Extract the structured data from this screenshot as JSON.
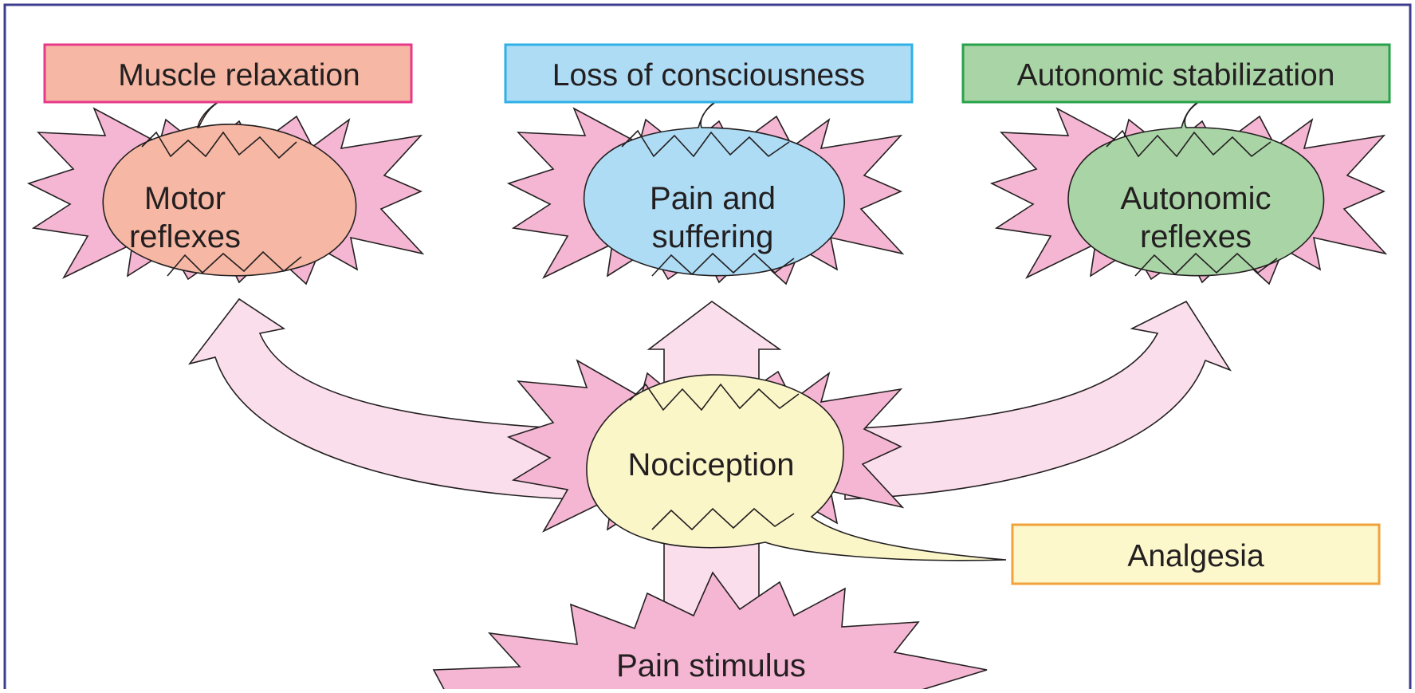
{
  "colors": {
    "frame": "#3d3d8f",
    "muscle_box_border": "#e8388a",
    "muscle_box_fill": "#f6b8a4",
    "consciousness_box_border": "#2fb0e6",
    "consciousness_box_fill": "#aedcf5",
    "autonomic_box_border": "#27a24a",
    "autonomic_box_fill": "#a9d4a6",
    "analgesia_box_border": "#f2a23a",
    "analgesia_box_fill": "#fcf8cc",
    "starburst_fill": "#f4b6d2",
    "arrow_fill": "#fbdeec",
    "motor_bubble_fill": "#f6b8a4",
    "pain_bubble_fill": "#aedcf5",
    "autonomic_bubble_fill": "#a9d4a6",
    "nociception_bubble_fill": "#fbf6c8"
  },
  "boxes": {
    "muscle_relaxation": "Muscle relaxation",
    "loss_of_consciousness": "Loss of consciousness",
    "autonomic_stabilization": "Autonomic stabilization",
    "analgesia": "Analgesia"
  },
  "nodes": {
    "motor_reflexes": [
      "Motor",
      "reflexes"
    ],
    "pain_and_suffering": [
      "Pain and",
      "suffering"
    ],
    "autonomic_reflexes": [
      "Autonomic",
      "reflexes"
    ],
    "nociception": "Nociception",
    "pain_stimulus": "Pain stimulus"
  }
}
